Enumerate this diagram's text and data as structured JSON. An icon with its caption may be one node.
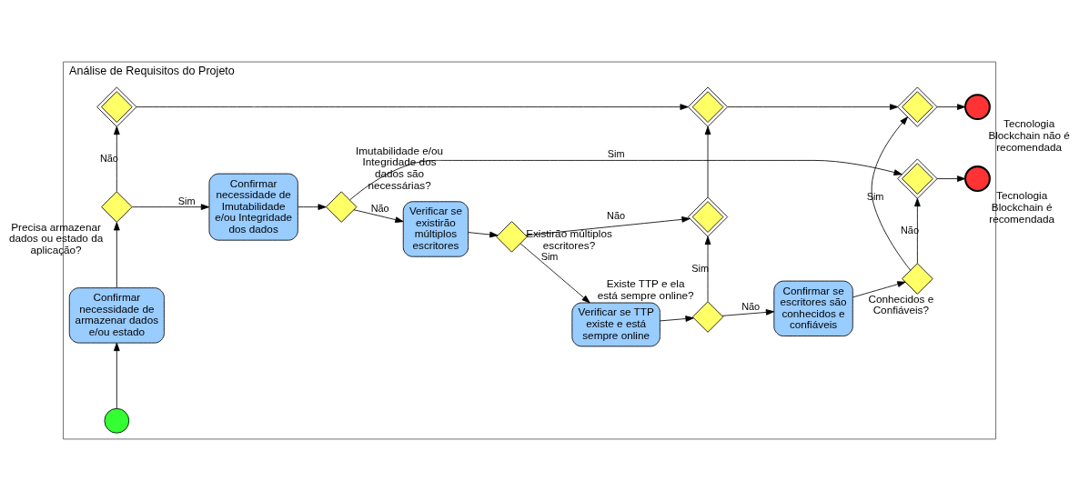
{
  "diagram": {
    "nodes": [
      {
        "text": [
          "Análise de Requisitos do Projeto"
        ]
      },
      {
        "text": [],
        "shape": "circle",
        "in": 0
      },
      {
        "text": [
          "Confirmar necessidade de armazenar dados e/ou estado"
        ],
        "in": 0
      },
      {
        "text": [],
        "shape": "diamond",
        "in": 0,
        "beside": [
          "Precisa armazenar dados ou estado da aplicação?"
        ]
      },
      {
        "text": [
          "Confirmar necessidade de Imutabilidade e/ou Integridade dos dados"
        ],
        "in": 0
      },
      {
        "text": [],
        "shape": "diamond",
        "in": 0,
        "beside": [
          "Imutabilidade e/ou Integridade dos dados são necessárias?"
        ]
      },
      {
        "text": [
          "Verificar se existirão múltiplos escritores"
        ],
        "in": 0
      },
      {
        "text": [],
        "shape": "diamond",
        "in": 0,
        "beside": [
          "Existirão múltiplos escritores?"
        ]
      },
      {
        "text": [
          "Verificar se TTP existe e está sempre online"
        ],
        "in": 0
      },
      {
        "text": [],
        "shape": "diamond",
        "in": 0,
        "beside": [
          "Existe TTP e ela está sempre online?"
        ]
      },
      {
        "text": [
          "Confirmar se escritores são conhecidos e confiáveis"
        ],
        "in": 0
      },
      {
        "text": [],
        "shape": "diamond",
        "in": 0,
        "beside": [
          "Conhecidos e Confiáveis?"
        ]
      },
      {
        "text": [],
        "shape": "diamond",
        "in": 0
      },
      {
        "text": [],
        "shape": "circle",
        "in": 0,
        "beside": [
          "Tecnologia Blockchain é recomendada"
        ]
      },
      {
        "text": [],
        "shape": "diamond",
        "in": 0
      },
      {
        "text": [],
        "shape": "diamond",
        "in": 0
      },
      {
        "text": [],
        "shape": "diamond",
        "in": 0
      },
      {
        "text": [],
        "shape": "diamond",
        "in": 0
      },
      {
        "text": [],
        "shape": "circle",
        "in": 0,
        "beside": [
          "Tecnologia Blockchain não é recomendada"
        ]
      }
    ],
    "edges": [
      {
        "from": 1,
        "to": 2,
        "arrow": "to"
      },
      {
        "from": 2,
        "to": 3,
        "arrow": "to"
      },
      {
        "from": 3,
        "to": 4,
        "arrow": "to",
        "label": "Sim"
      },
      {
        "from": 3,
        "to": 14,
        "arrow": "to",
        "label": "Não"
      },
      {
        "from": 4,
        "to": 5,
        "arrow": "to"
      },
      {
        "from": 5,
        "to": 12,
        "arrow": "to",
        "label": "Sim"
      },
      {
        "from": 5,
        "to": 6,
        "arrow": "to",
        "label": "Não"
      },
      {
        "from": 6,
        "to": 7,
        "arrow": "to"
      },
      {
        "from": 7,
        "to": 8,
        "arrow": "to",
        "label": "Sim"
      },
      {
        "from": 7,
        "to": 15,
        "arrow": "to",
        "label": "Não"
      },
      {
        "from": 8,
        "to": 9,
        "arrow": "to"
      },
      {
        "from": 9,
        "to": 15,
        "arrow": "to",
        "label": "Sim"
      },
      {
        "from": 9,
        "to": 10,
        "arrow": "to",
        "label": "Não"
      },
      {
        "from": 10,
        "to": 11,
        "arrow": "to"
      },
      {
        "from": 11,
        "to": 12,
        "arrow": "to",
        "label": "Não"
      },
      {
        "from": 11,
        "to": 17,
        "arrow": "to",
        "label": "Sim"
      },
      {
        "from": 12,
        "to": 13,
        "arrow": "to"
      },
      {
        "from": 14,
        "to": 16,
        "arrow": "to"
      },
      {
        "from": 15,
        "to": 16,
        "arrow": "to"
      },
      {
        "from": 16,
        "to": 17,
        "arrow": "to"
      },
      {
        "from": 17,
        "to": 18,
        "arrow": "to"
      }
    ]
  }
}
